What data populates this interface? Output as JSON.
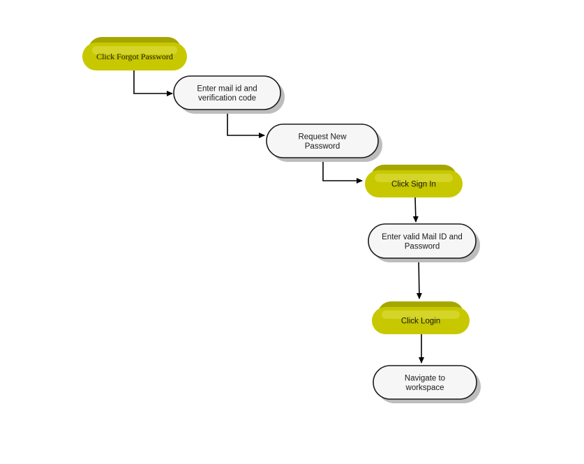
{
  "colors": {
    "action_fill": "#c8c800",
    "action_top": "#a6a600",
    "action_highlight": "#dede4a",
    "step_fill": "#f6f6f6",
    "step_stroke": "#1a1a1a",
    "shadow": "#bdbdbd",
    "connector": "#000000"
  },
  "nodes": [
    {
      "id": "click-forgot-password",
      "kind": "action",
      "lines": [
        "Click Forgot Password"
      ]
    },
    {
      "id": "enter-mail-id",
      "kind": "step",
      "lines": [
        "Enter mail id and",
        "verification code"
      ]
    },
    {
      "id": "request-new-password",
      "kind": "step",
      "lines": [
        "Request New",
        "Password"
      ]
    },
    {
      "id": "click-sign-in",
      "kind": "action",
      "lines": [
        "Click Sign In"
      ]
    },
    {
      "id": "enter-valid-mail",
      "kind": "step",
      "lines": [
        "Enter valid Mail ID and",
        "Password"
      ]
    },
    {
      "id": "click-login",
      "kind": "action",
      "lines": [
        "Click Login"
      ]
    },
    {
      "id": "navigate-workspace",
      "kind": "step",
      "lines": [
        "Navigate to",
        "workspace"
      ]
    }
  ],
  "edges": [
    {
      "from": "click-forgot-password",
      "to": "enter-mail-id"
    },
    {
      "from": "enter-mail-id",
      "to": "request-new-password"
    },
    {
      "from": "request-new-password",
      "to": "click-sign-in"
    },
    {
      "from": "click-sign-in",
      "to": "enter-valid-mail"
    },
    {
      "from": "enter-valid-mail",
      "to": "click-login"
    },
    {
      "from": "click-login",
      "to": "navigate-workspace"
    }
  ]
}
